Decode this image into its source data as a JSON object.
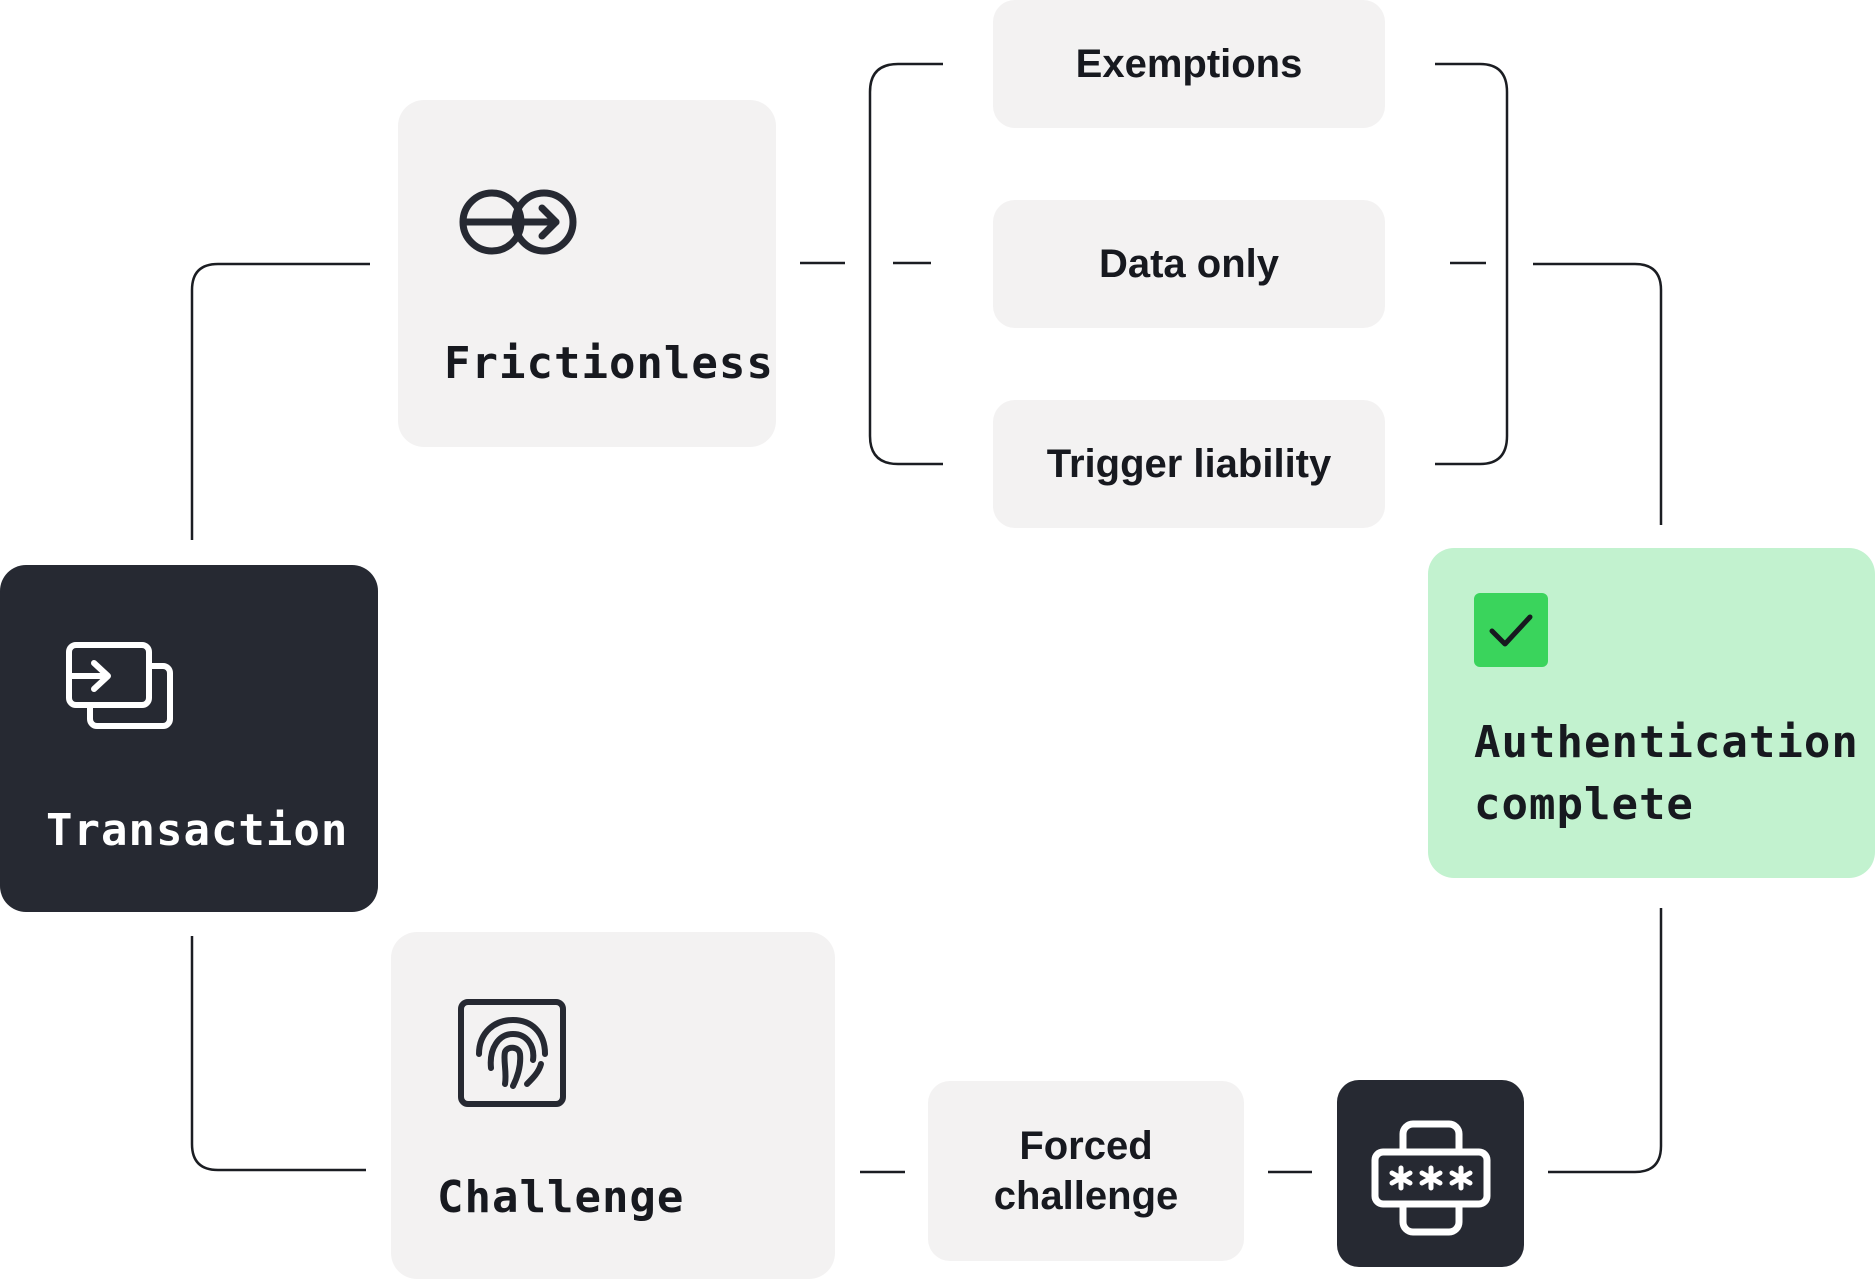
{
  "nodes": {
    "transaction": {
      "label": "Transaction"
    },
    "frictionless": {
      "label": "Frictionless"
    },
    "challenge": {
      "label": "Challenge"
    },
    "exemptions": {
      "label": "Exemptions"
    },
    "data_only": {
      "label": "Data only"
    },
    "trigger_liability": {
      "label": "Trigger liability"
    },
    "forced_challenge": {
      "line1": "Forced",
      "line2": "challenge"
    },
    "auth_complete": {
      "line1": "Authentication",
      "line2": "complete"
    }
  },
  "icons": {
    "transaction": "card-transfer-icon",
    "frictionless": "circles-arrow-icon",
    "challenge": "fingerprint-icon",
    "password": "password-device-icon",
    "check": "check-icon"
  },
  "colors": {
    "dark": "#262932",
    "light": "#f3f2f2",
    "success_bg": "#c2f2cf",
    "check_green": "#3ad45c",
    "line": "#1b1d22"
  }
}
